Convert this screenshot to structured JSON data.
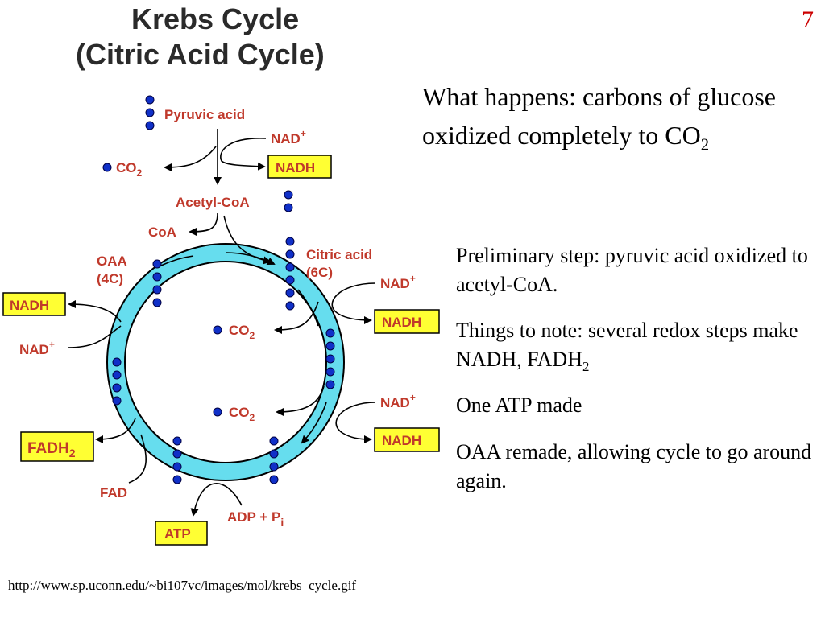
{
  "slide": {
    "page_number": "7",
    "main_text": {
      "prefix": "What happens: carbons of glucose oxidized completely to CO",
      "sub": "2"
    },
    "notes": [
      {
        "text": "Preliminary step: pyruvic acid oxidized to acetyl-CoA.",
        "sub": ""
      },
      {
        "text": "Things to note: several redox steps make NADH, FADH",
        "sub": "2"
      },
      {
        "text": "One ATP made",
        "sub": ""
      },
      {
        "text": "OAA remade, allowing cycle to go around again.",
        "sub": ""
      }
    ],
    "source_url": "http://www.sp.uconn.edu/~bi107vc/images/mol/krebs_cycle.gif"
  },
  "diagram": {
    "title_line1": "Krebs Cycle",
    "title_line2": "(Citric Acid Cycle)",
    "labels": {
      "pyruvic_acid": "Pyruvic acid",
      "nad_top": "NAD",
      "nad_sup": "+",
      "nadh": "NADH",
      "co2": "CO",
      "co2_sub": "2",
      "acetyl_coa": "Acetyl-CoA",
      "coa": "CoA",
      "citric_acid": "Citric acid",
      "six_c": "(6C)",
      "oaa": "OAA",
      "four_c": "(4C)",
      "fadh": "FADH",
      "fadh_sub": "2",
      "fad": "FAD",
      "atp": "ATP",
      "adp": "ADP + P",
      "adp_sub": "i"
    },
    "colors": {
      "cycle": "#66ddee",
      "label": "#c0392b",
      "box": "#ffff33",
      "molecule": "#1030c8"
    }
  }
}
